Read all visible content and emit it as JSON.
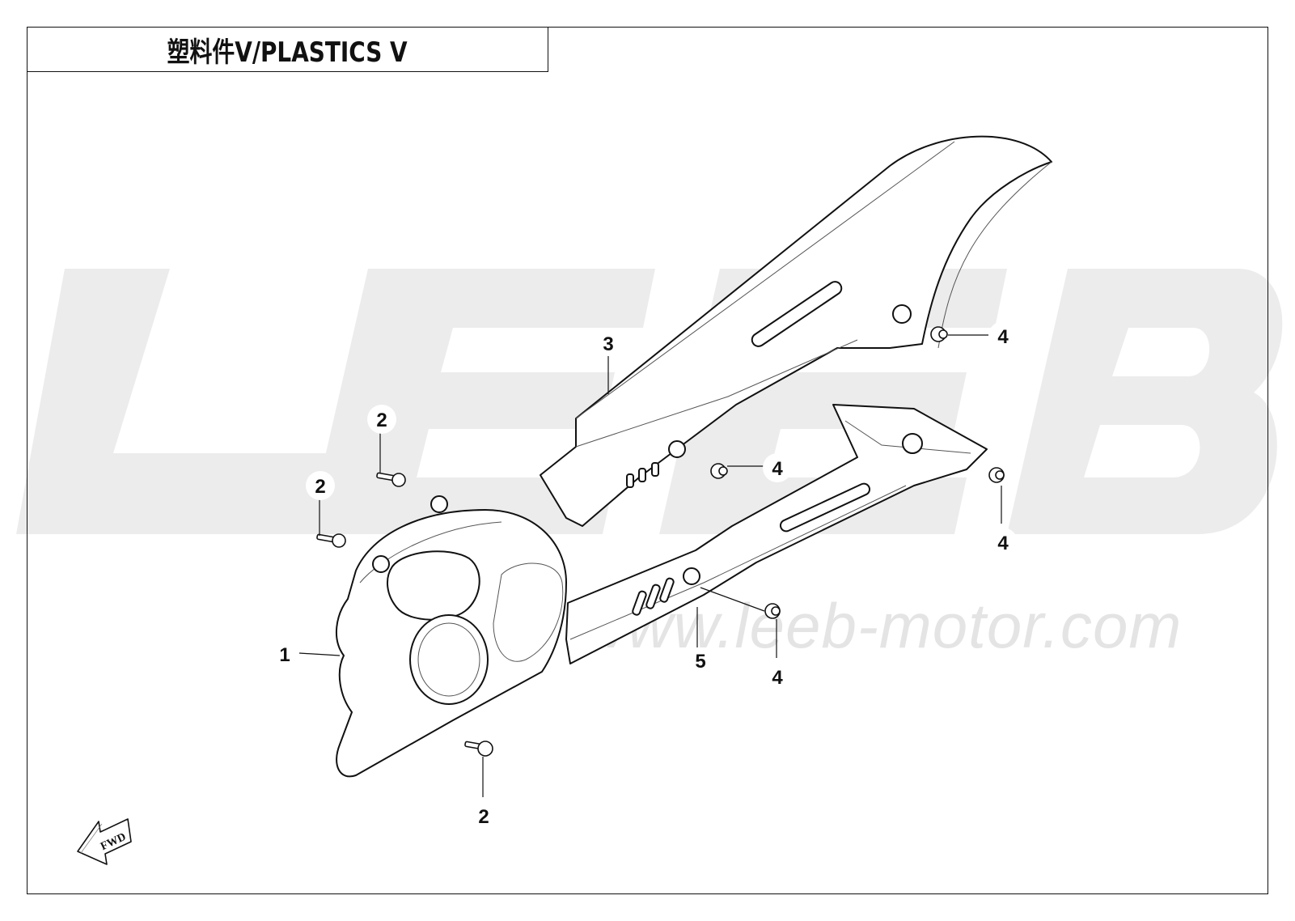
{
  "title": "塑料件Ⅴ/PLASTICS Ⅴ",
  "watermark_logo": "LEEB",
  "watermark_url": "www.leeb-motor.com",
  "fwd_label": "FWD",
  "callouts": [
    {
      "id": "c1",
      "label": "1"
    },
    {
      "id": "c2a",
      "label": "2"
    },
    {
      "id": "c2b",
      "label": "2"
    },
    {
      "id": "c2c",
      "label": "2"
    },
    {
      "id": "c3",
      "label": "3"
    },
    {
      "id": "c4a",
      "label": "4"
    },
    {
      "id": "c4b",
      "label": "4"
    },
    {
      "id": "c4c",
      "label": "4"
    },
    {
      "id": "c4d",
      "label": "4"
    },
    {
      "id": "c5",
      "label": "5"
    }
  ]
}
